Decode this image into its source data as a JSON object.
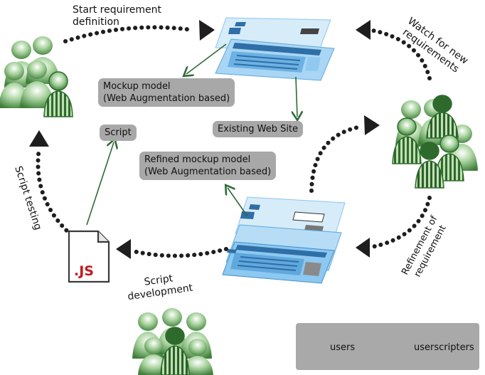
{
  "labels": {
    "start": "Start requirement\ndefinition",
    "watch": "Watch for new\nrequirements",
    "refinement": "Refinement of\nrequirement",
    "script_dev": "Script\ndevelopment",
    "script_testing": "Script testing",
    "script": "Script",
    "mockup": "Mockup model\n(Web Augmentation based)",
    "existing": "Existing Web Site",
    "refined": "Refined mockup model\n(Web Augmentation based)",
    "js": ".JS"
  },
  "legend": {
    "users": "users",
    "userscripters": "userscripters"
  },
  "colors": {
    "user_light": "#d4e8cf",
    "user_mid": "#78b06e",
    "user_dark": "#2f6a2d",
    "userscripter_fill": "#5b9a54",
    "arrow": "#222222",
    "line": "#2e6a35",
    "page_light": "#cfe6f7",
    "page_mid": "#86c2ea",
    "page_dark": "#2f6ea7",
    "box_gray": "#a8a8a8",
    "js_red": "#c3191f"
  },
  "icons": [
    "user-group-icon",
    "userscripter-icon",
    "js-file-icon",
    "web-page-layer-icon",
    "dotted-cycle-arrow-icon"
  ]
}
